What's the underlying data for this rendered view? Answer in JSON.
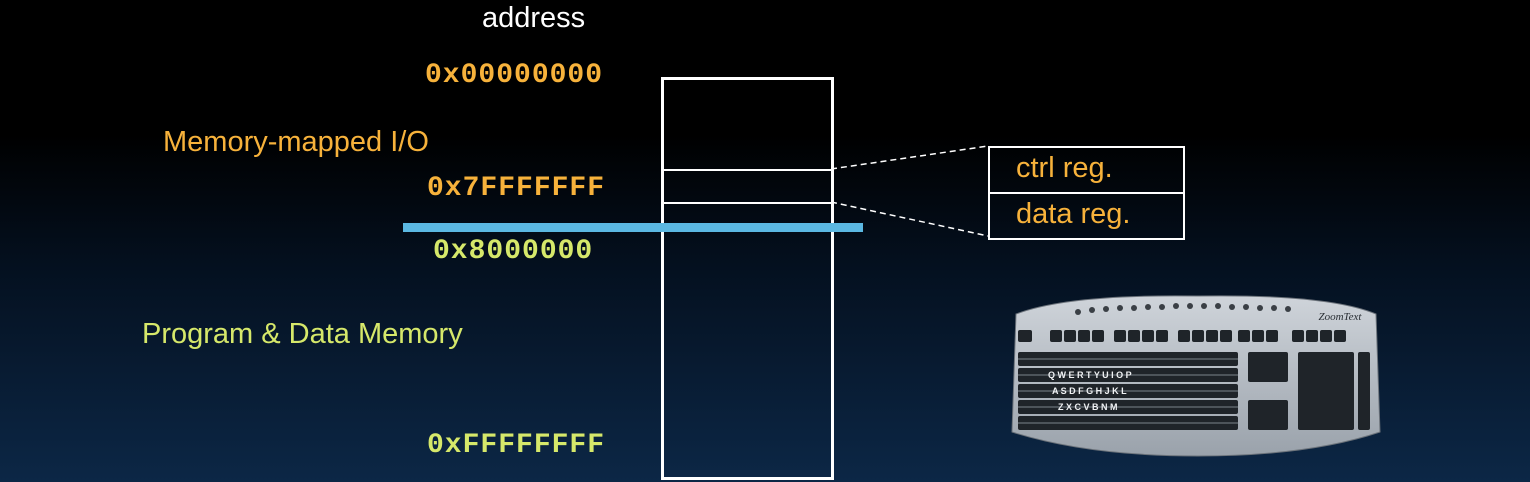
{
  "diagram": {
    "title": "address",
    "addresses": {
      "top": "0x00000000",
      "io_end": "0x7FFFFFFF",
      "mem_start": "0x8000000",
      "bottom": "0xFFFFFFFF"
    },
    "regions": {
      "io": "Memory-mapped I/O",
      "program": "Program & Data Memory"
    },
    "registers": [
      "ctrl reg.",
      "data reg."
    ],
    "colors": {
      "io_accent": "#f7b23b",
      "memory_accent": "#d6e86a",
      "divider": "#5bb8e2"
    },
    "icons": {
      "device": "keyboard-icon",
      "keyboard_brand": "ZoomText"
    }
  }
}
